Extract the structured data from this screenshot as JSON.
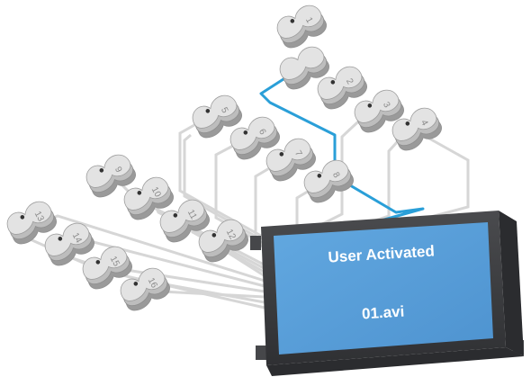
{
  "screen": {
    "status": "User Activated",
    "filename": "01.avi",
    "screen_color": "#5aa1dc",
    "bezel_color": "#3c3d40"
  },
  "buttons": [
    {
      "id": "1",
      "label": "1",
      "active": false
    },
    {
      "id": "a",
      "label": "",
      "active": true
    },
    {
      "id": "2",
      "label": "2",
      "active": false
    },
    {
      "id": "3",
      "label": "3",
      "active": false
    },
    {
      "id": "4",
      "label": "4",
      "active": false
    },
    {
      "id": "5",
      "label": "5",
      "active": false
    },
    {
      "id": "6",
      "label": "6",
      "active": false
    },
    {
      "id": "7",
      "label": "7",
      "active": false
    },
    {
      "id": "8",
      "label": "8",
      "active": false
    },
    {
      "id": "9",
      "label": "9",
      "active": false
    },
    {
      "id": "10",
      "label": "10",
      "active": false
    },
    {
      "id": "11",
      "label": "11",
      "active": false
    },
    {
      "id": "12",
      "label": "12",
      "active": false
    },
    {
      "id": "13",
      "label": "13",
      "active": false
    },
    {
      "id": "14",
      "label": "14",
      "active": false
    },
    {
      "id": "15",
      "label": "15",
      "active": false
    },
    {
      "id": "16",
      "label": "16",
      "active": false
    }
  ],
  "colors": {
    "cable": "#d6d6d6",
    "active_cable": "#2a9fd8",
    "button_top": "#e3e3e3",
    "button_side": "#bdbdbd",
    "button_dark": "#9a9a9a"
  }
}
